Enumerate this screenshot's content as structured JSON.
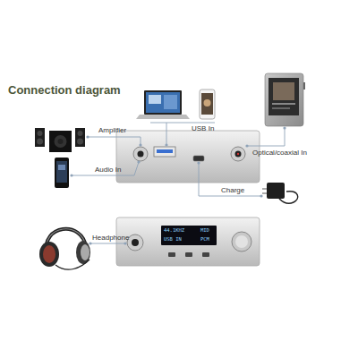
{
  "diagram": {
    "title": "Connection diagram",
    "labels": [
      "Amplifier",
      "USB In",
      "Optical/coaxial In",
      "Audio In",
      "Charge",
      "Headphone",
      "44.1KHZ",
      "MID",
      "USB IN",
      "PCM"
    ]
  }
}
